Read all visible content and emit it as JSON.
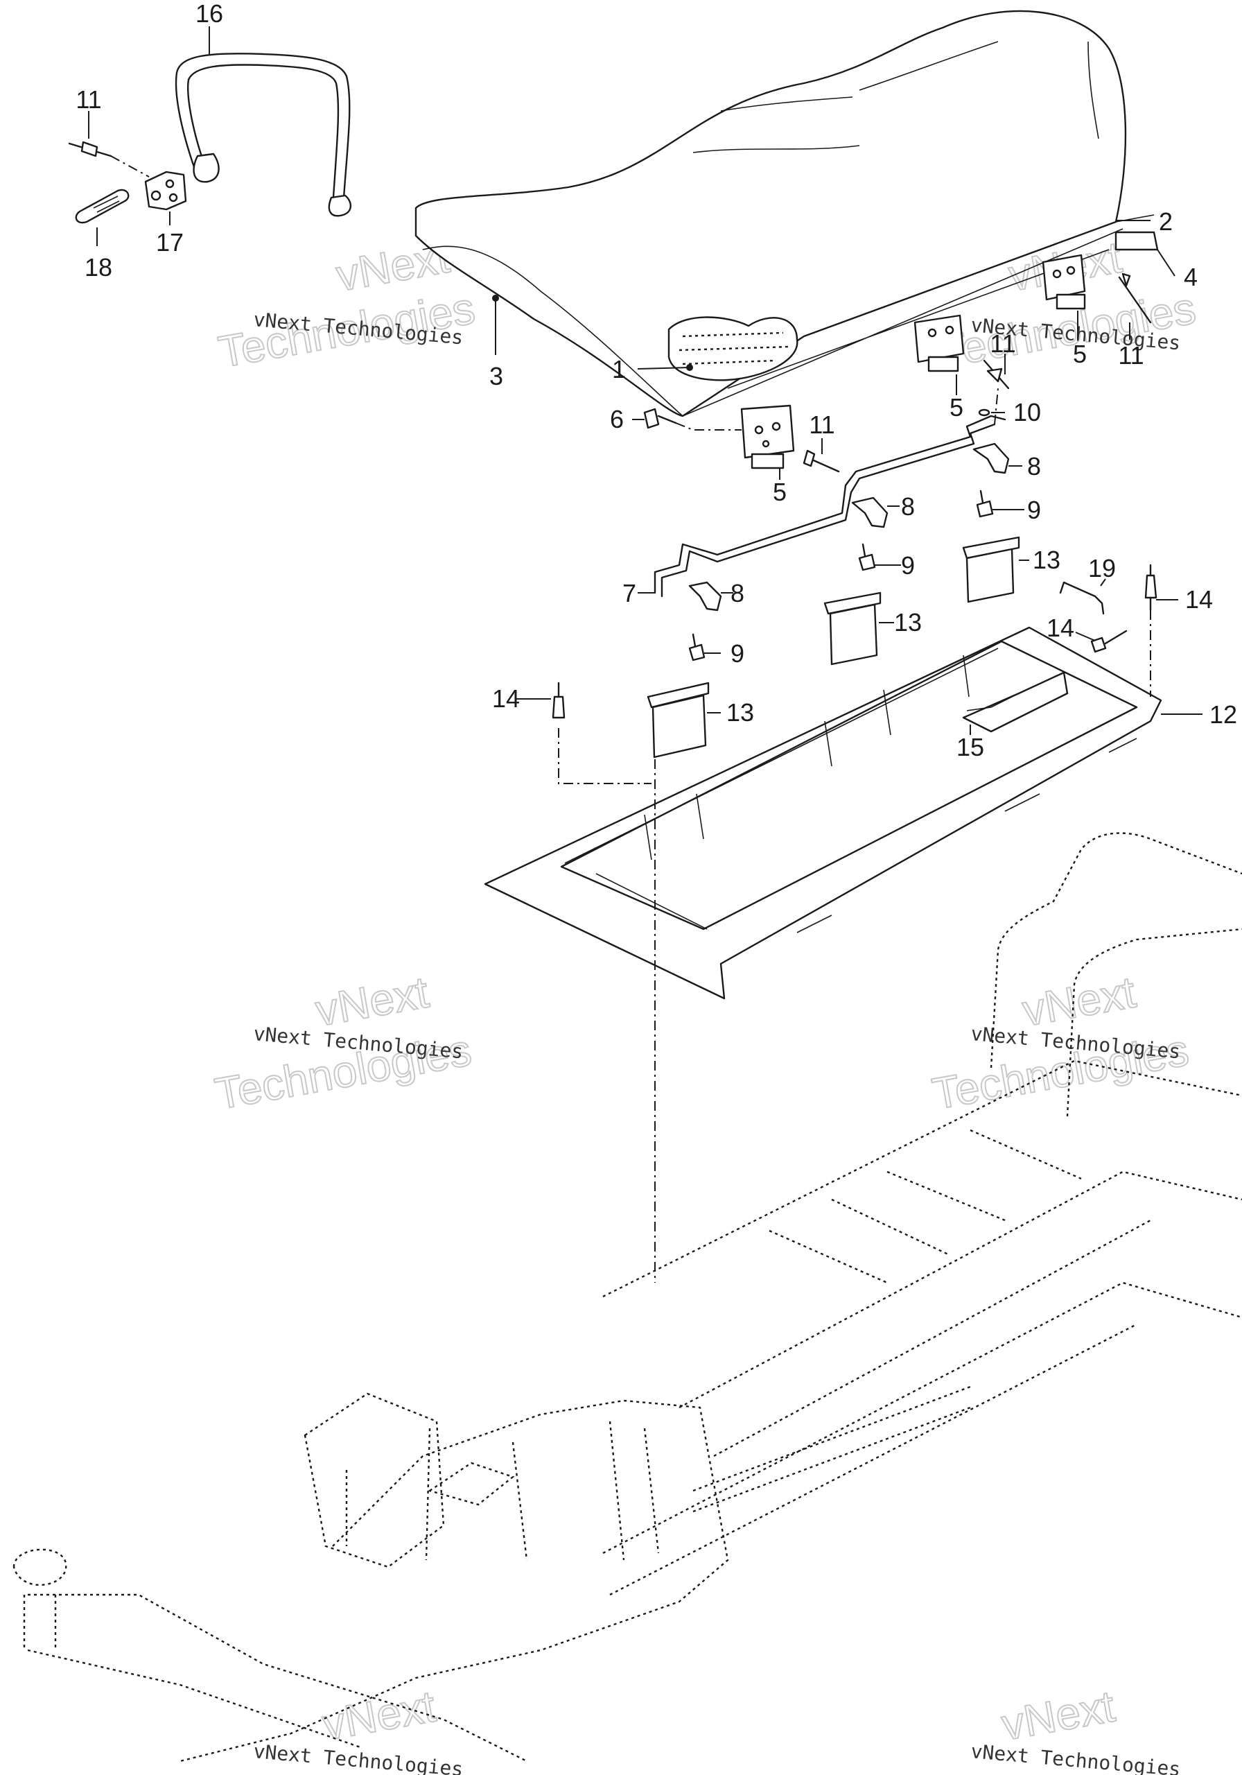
{
  "callouts": [
    {
      "label": "1",
      "part": "seat-patch"
    },
    {
      "label": "2",
      "part": "seat-rear"
    },
    {
      "label": "3",
      "part": "seat-cover"
    },
    {
      "label": "4",
      "part": "strip"
    },
    {
      "label": "5",
      "part": "hinge"
    },
    {
      "label": "6",
      "part": "screw"
    },
    {
      "label": "7",
      "part": "rod"
    },
    {
      "label": "8",
      "part": "clip"
    },
    {
      "label": "9",
      "part": "screw"
    },
    {
      "label": "10",
      "part": "washer"
    },
    {
      "label": "11",
      "part": "rivet"
    },
    {
      "label": "12",
      "part": "storage-tray"
    },
    {
      "label": "13",
      "part": "latch-bracket"
    },
    {
      "label": "14",
      "part": "rivet"
    },
    {
      "label": "15",
      "part": "tray-bracket"
    },
    {
      "label": "16",
      "part": "strap"
    },
    {
      "label": "17",
      "part": "strap-bracket"
    },
    {
      "label": "18",
      "part": "clip-plate"
    },
    {
      "label": "19",
      "part": "wire-clip"
    }
  ],
  "watermark": {
    "line1": "vNext",
    "line2": "Technologies",
    "full": "vNext Technologies"
  }
}
